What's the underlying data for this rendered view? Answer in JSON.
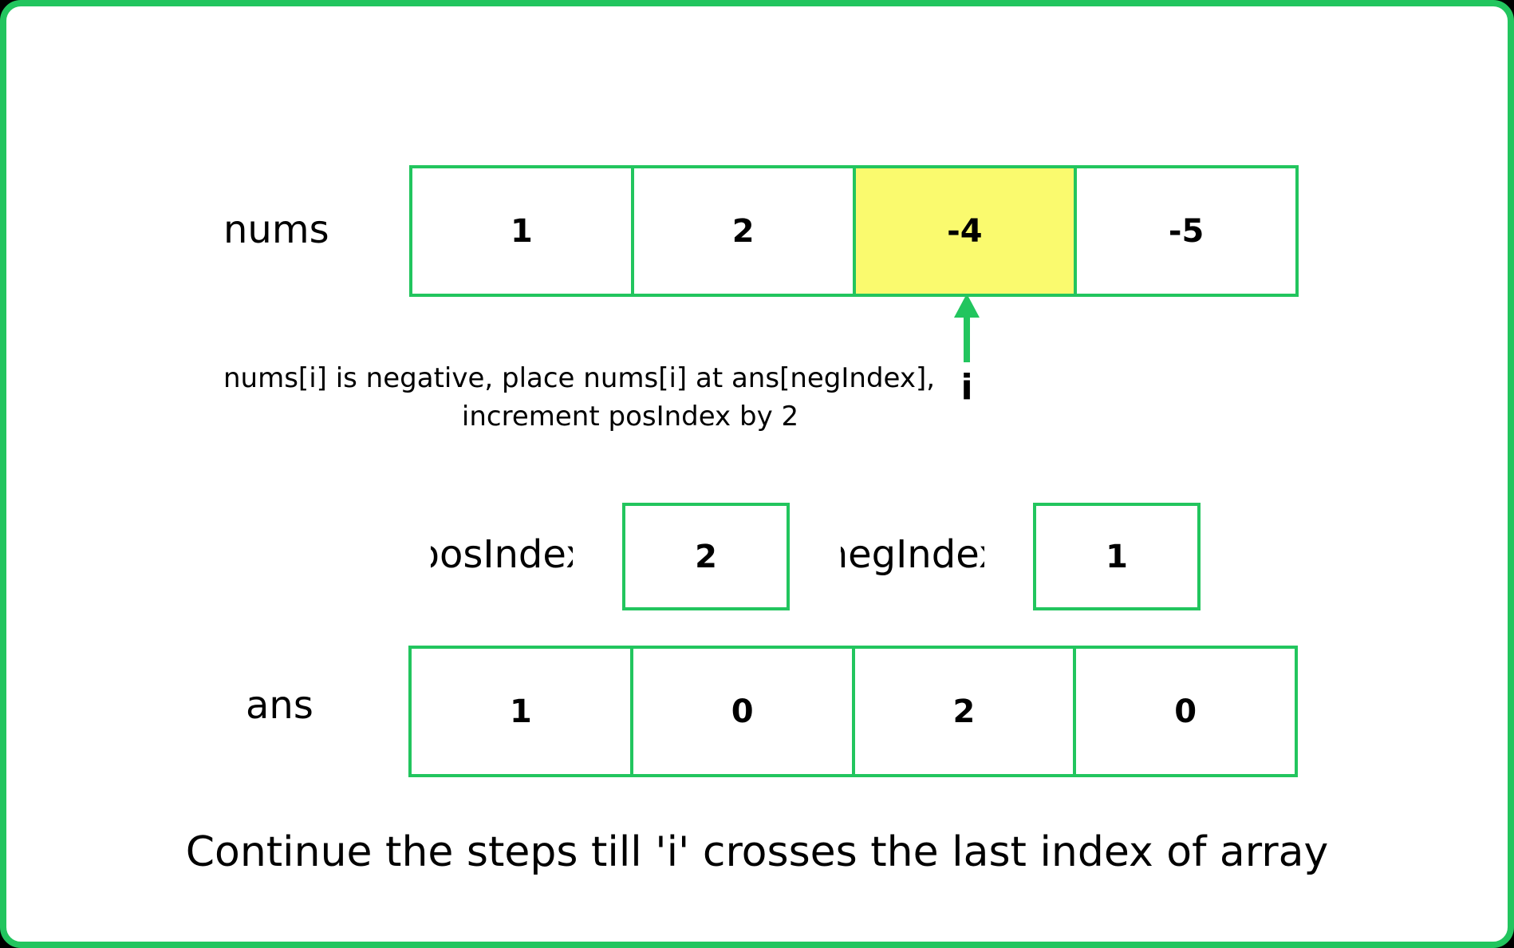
{
  "nums": {
    "label": "nums",
    "values": [
      "1",
      "2",
      "-4",
      "-5"
    ],
    "highlight_index": 2,
    "highlight_color": "#fafa6e"
  },
  "pointer": {
    "label": "i",
    "arrow_color": "#22c55e"
  },
  "note": {
    "line1": "nums[i] is negative, place nums[i] at ans[negIndex],",
    "line2": "increment posIndex by 2"
  },
  "posIndex": {
    "label": "posIndex",
    "value": "2"
  },
  "negIndex": {
    "label": "negIndex",
    "value": "1"
  },
  "ans": {
    "label": "ans",
    "values": [
      "1",
      "0",
      "2",
      "0"
    ]
  },
  "footer": {
    "text": "Continue the steps till 'i' crosses the last index of array"
  },
  "colors": {
    "accent": "#22c55e",
    "highlight": "#fafa6e",
    "background": "#ffffff",
    "outer": "#000000"
  }
}
